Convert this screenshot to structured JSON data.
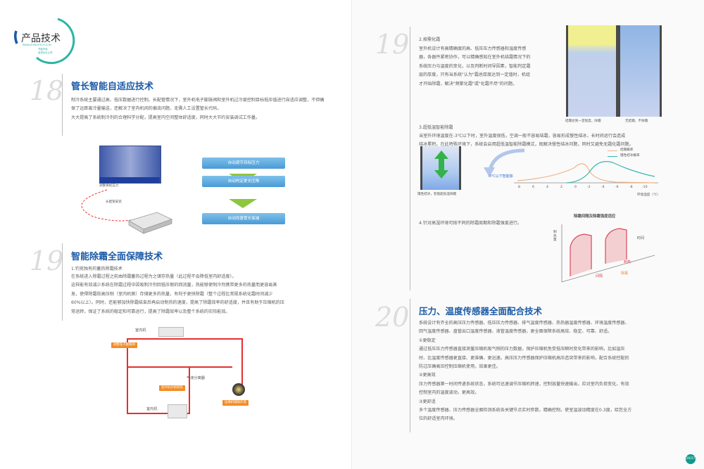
{
  "header": {
    "title": "产品技术",
    "subtitle_line1": "WWW.ZHIHUITECH.COM",
    "subtitle_line2": "节能环保",
    "subtitle_line3": "追求永无止境"
  },
  "left": {
    "section18": {
      "number": "18",
      "title": "管长智能自适应技术",
      "text": [
        "制冷系统主要通过高、低压数据进行控制。长配管情况下，室外机电子膨胀阀和室外机过冷度控制目标低压值进行自适应调整，不但确保了远距离冷量输送，还解决了室内机间的偏流问题，无需人工设置管长代码，",
        "大大提高了系统制冷剂的合理科学分配，提高室内空间整体舒适度，同时大大节约安装调试工作量。"
      ],
      "illustration": {
        "label_target": "调整目标压力",
        "label_pipe": "长配管安装"
      },
      "flow": [
        "自动调节目标压力",
        "自动判定更长压降",
        "自动改善管长衰减"
      ]
    },
    "section19": {
      "number": "19",
      "title": "智能除霜全面保障技术",
      "subheading": "1.钓竞独有的蓄热除霜技术",
      "text": [
        "在系统进入除霜过程之前由除霜蓄热过程为之储存热量（此过程不会降低室内舒适度）。",
        "这样能有效减少系统在除霜过程中因吸制冷剂回低压侧的回流量，热能够使制冷剂携带更多的热量而更容易蒸",
        "发，使得除霜前高压侧（室内机侧）存储更多的热量，有利于更快除霜（整个过程比常规系统化霜时间减少",
        "60%以上）。同时，还能够加快除霜结束后再启动制热的速度，提高了除霜效率的舒适度，并且有助于压缩机的压",
        "常运转，保证了系统的稳定和可靠运行，提高了除霜效率以及整个系统的实际能效。"
      ],
      "diagram": {
        "indoor_top": "室内机",
        "tag_electronic": "调整电子膨胀阀",
        "separator": "气液分离器",
        "tag_outdoor": "室外机开始制热",
        "tag_compressor": "压缩机辅助升温",
        "indoor_bottom": "室内机"
      }
    }
  },
  "right": {
    "section19b": {
      "number": "19",
      "heading2": "2.按需化霜",
      "text2": [
        "室外机设计有高精确度的高、低压压力传感器和温度传感",
        "器，各器件紧密协作，可以精确感知在室外机结霜情况下的",
        "系统压力与温度的变化，以及判断时间导因素，智能判定霜",
        "层的厚度，只有当系统\"认为\"霜总厚度达到一定值时，机组",
        "才开始除霜，解决\"频繁化霜\"或\"化霜不尽\"的问题。"
      ],
      "caption_a": "结霜达到一定程度，除霜",
      "caption_b": "无结霜，不除霜",
      "heading3": "3.超低温智能除霜",
      "text3": [
        "当室外环境温度在-3℃以下时，室外温度很低，空调一般不容易结霜，容易形成慢性结冰，长时间运行会造成",
        "结冰累积。在此特殊环境下，系统会启用超低温智能除霜模式，既解决慢性结冰问题，同时又避免无霜化霜问题。"
      ],
      "chart": {
        "left_arrow_top": "",
        "left_arrow_bottom": "-3℃以下智能除",
        "small_caption": "慢性结冰，智能超低温除霜",
        "legend": [
          "结霜概率",
          "慢性结冰概率"
        ],
        "x_ticks": [
          "8",
          "6",
          "4",
          "2",
          "0",
          "-2",
          "-4",
          "-6",
          "-8",
          "-10"
        ],
        "x_unit": "环境温度（℃）"
      },
      "heading4": "4.针对高湿环境可按不同的除霜周期和除霜强度进行。",
      "cycle_chart": {
        "title": "除霜间隔及除霜强度适应",
        "y_label": "制热量",
        "x_label": "时间",
        "tag_heat": "制热",
        "tag_defrost": "除霜",
        "tag_interval": "间隔"
      }
    },
    "section20": {
      "number": "20",
      "title": "压力、温度传感器全面配合技术",
      "intro": [
        "系统设计有齐全的高压压力传感器、低压压力传感器、排气温度传感器、热热器温度传感器、环境温度传感器、",
        "回气温度传感器、盘管出口温度传感器、液管温度传感器，更全面保障系统高效、稳定、可靠、舒适。"
      ],
      "p1_title": "①更稳定",
      "p1": [
        "通过低压压力传感器直接测量压缩机吸气侧的压力数据，保护压缩机免受低压瞬时变化带来的影响，比如温压",
        "时、比温度传感器更直接、更准确、更迅速。高压压力传感器保护压缩机高压造突带来的影响，配合系统控配的",
        "防过压确高压控制压缩机使用，效果更佳。"
      ],
      "p2_title": "②更高效",
      "p2": [
        "压力传感器第一时间传递系统状态，系统可迅速调节压缩机转速，控制容量快速输出，应对室内负荷变化，有效",
        "控制室内的温度波动，更高效。"
      ],
      "p3_title": "③更舒适",
      "p3": [
        "多个温度传感器、压力传感器全面检测系统各关键节点实时参数，精确控制，使室温波动精度在0.3度，给您全方",
        "位的舒适室内环境。"
      ]
    }
  },
  "page_number": "26/27"
}
